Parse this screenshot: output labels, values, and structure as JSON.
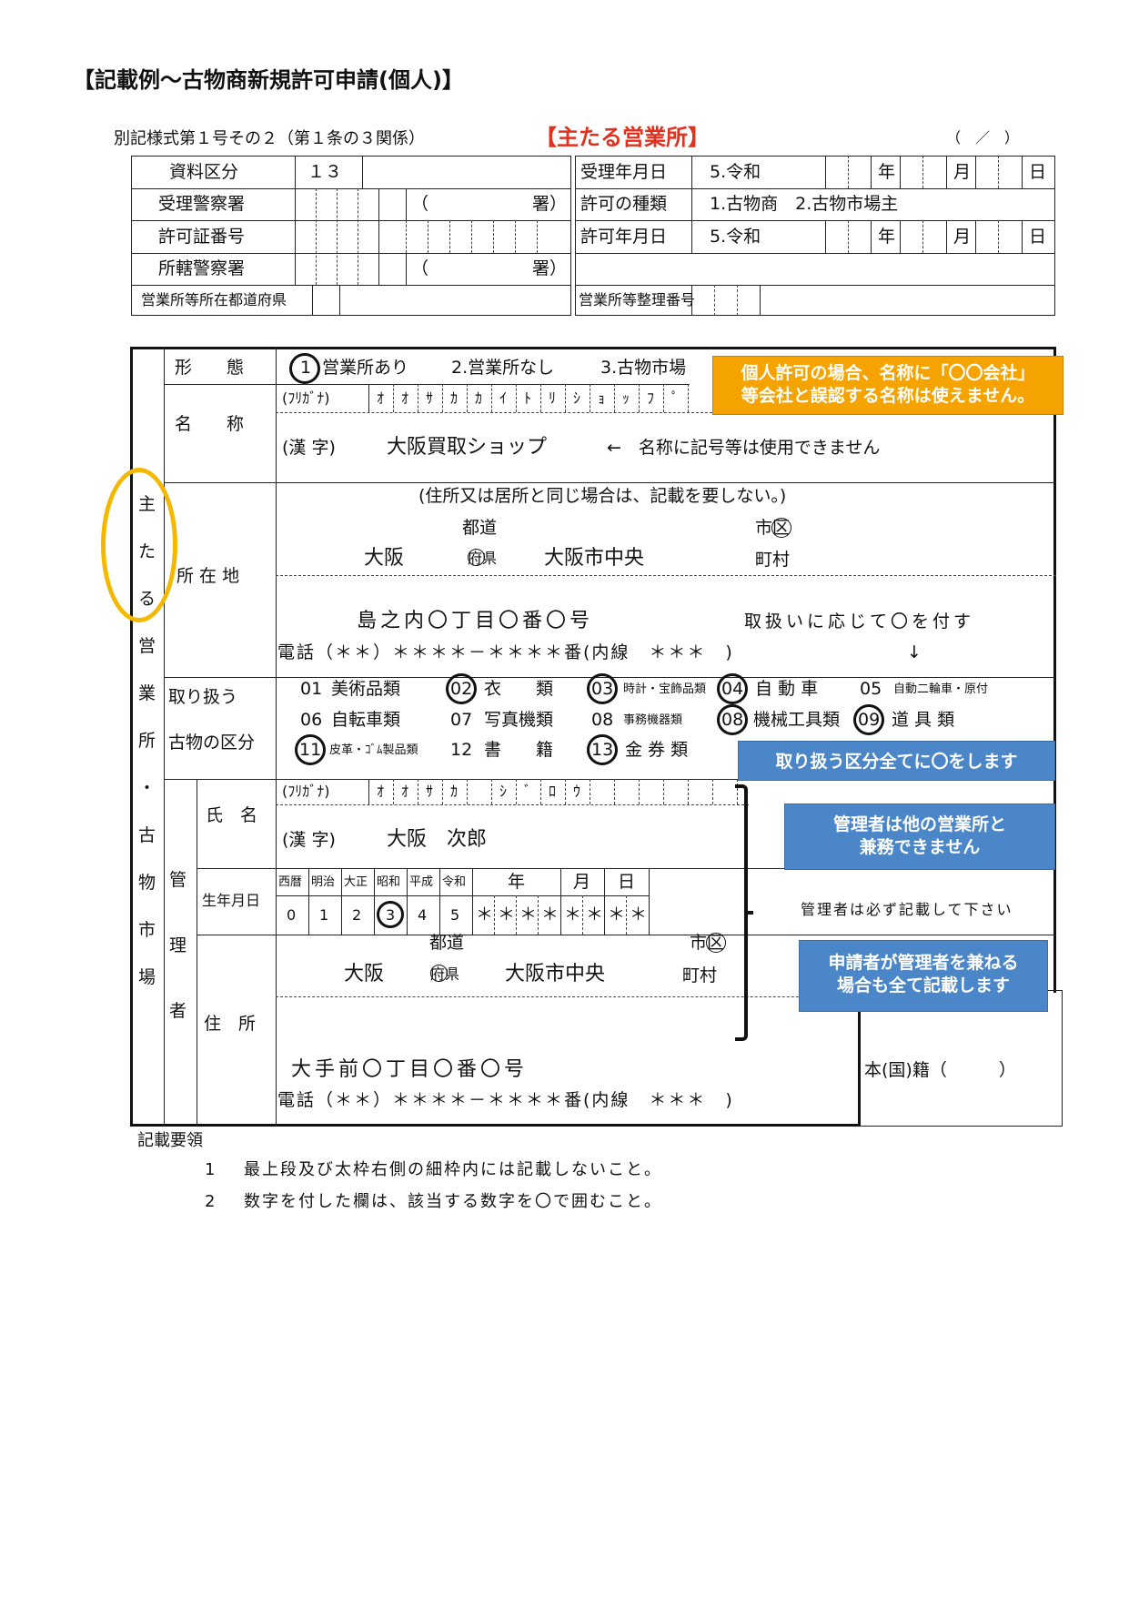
{
  "title": "【記載例～古物商新規許可申請(個人)】",
  "form_caption": "別記様式第１号その２（第１条の３関係）",
  "section_title": "【主たる営業所】",
  "page_marker": "（　／　）",
  "header": {
    "shiryo_kubun": "資料区分",
    "shiryo_value": "１３",
    "juri_keisatsusho": "受理警察署",
    "kyoka_bango": "許可証番号",
    "kankatsu_keisatsusho": "所轄警察署",
    "sho_paren": "（　　　　　　署）",
    "todofuken": "営業所等所在都道府県",
    "juri_nengappi": "受理年月日",
    "reiwa": "5.令和",
    "nen": "年",
    "tsuki": "月",
    "hi": "日",
    "kyoka_shurui": "許可の種類",
    "shurui_value": "1.古物商　2.古物市場主",
    "kyoka_nengappi": "許可年月日",
    "seiri_bango": "営業所等整理番号"
  },
  "side_label": [
    "主",
    "た",
    "る",
    "営",
    "業",
    "所",
    "・",
    "古",
    "物",
    "市",
    "場"
  ],
  "keitai": {
    "label": "形　　態",
    "opt1_num": "1",
    "opt1": "営業所あり",
    "opt2": "2.営業所なし",
    "opt3": "3.古物市場"
  },
  "meisho": {
    "label": "名　　称",
    "furigana_label": "(ﾌﾘｶﾞﾅ)",
    "furigana": [
      "ｵ",
      "ｵ",
      "ｻ",
      "ｶ",
      "ｶ",
      "ｲ",
      "ﾄ",
      "ﾘ",
      "ｼ",
      "ｮ",
      "ｯ",
      "ﾌ",
      "ﾟ"
    ],
    "kanji_label": "(漢 字)",
    "kanji": "大阪買取ショップ",
    "note": "←　名称に記号等は使用できません"
  },
  "shozaichi": {
    "label": "所 在 地",
    "note": "(住所又は居所と同じ場合は、記載を要しない。)",
    "todo": "都道",
    "fuken": "府県",
    "shiku": "市区",
    "chouson": "町村",
    "pref": "大阪",
    "city": "大阪市中央",
    "address": "島之内〇丁目〇番〇号",
    "address_note": "取扱いに応じて〇を付す",
    "tel": "電話（＊＊）＊＊＊＊－＊＊＊＊番(内線　＊＊＊　)",
    "arrow": "↓"
  },
  "kubun": {
    "label1": "取り扱う",
    "label2": "古物の区分",
    "items": [
      {
        "num": "01",
        "name": "美術品類"
      },
      {
        "num": "02",
        "name": "衣　　類"
      },
      {
        "num": "03",
        "name": "時計・宝飾品類"
      },
      {
        "num": "04",
        "name": "自 動 車"
      },
      {
        "num": "05",
        "name": "自動二輪車・原付"
      },
      {
        "num": "06",
        "name": "自転車類"
      },
      {
        "num": "07",
        "name": "写真機類"
      },
      {
        "num": "08",
        "name": "事務機器類"
      },
      {
        "num": "08",
        "name": "機械工具類"
      },
      {
        "num": "09",
        "name": "道 具 類"
      },
      {
        "num": "11",
        "name": "皮革・ｺﾞﾑ製品類"
      },
      {
        "num": "12",
        "name": "書　　籍"
      },
      {
        "num": "13",
        "name": "金 券 類"
      }
    ]
  },
  "kanrisha": {
    "label": [
      "管",
      "理",
      "者"
    ],
    "shimei_label": "氏　名",
    "furigana_label": "(ﾌﾘｶﾞﾅ)",
    "furigana": [
      "ｵ",
      "ｵ",
      "ｻ",
      "ｶ",
      "",
      "ｼ",
      "ﾞ",
      "ﾛ",
      "ｳ"
    ],
    "kanji_label": "(漢 字)",
    "kanji": "大阪　次郎",
    "birth_label": "生年月日",
    "eras": [
      "西暦",
      "明治",
      "大正",
      "昭和",
      "平成",
      "令和"
    ],
    "era_nums": [
      "0",
      "1",
      "2",
      "3",
      "4",
      "5"
    ],
    "nen": "年",
    "tsuki": "月",
    "hi": "日",
    "birth_digits": [
      "＊",
      "＊",
      "＊",
      "＊",
      "＊",
      "＊",
      "＊",
      "＊"
    ],
    "must_note": "管理者は必ず記載して下さい",
    "jusho_label": "住　所",
    "todo": "都道",
    "fuken": "府県",
    "shiku": "市区",
    "chouson": "町村",
    "pref": "大阪",
    "city": "大阪市中央",
    "address": "大手前〇丁目〇番〇号",
    "tel": "電話（＊＊）＊＊＊＊－＊＊＊＊番(内線　＊＊＊　)",
    "honseki": "本(国)籍（　　　）"
  },
  "callouts": {
    "name_warning": "個人許可の場合、名称に「〇〇会社」\n等会社と誤認する名称は使えません。",
    "circle_all": "取り扱う区分全てに〇をします",
    "no_dual": "管理者は他の営業所と\n兼務できません",
    "applicant_dual": "申請者が管理者を兼ねる\n場合も全て記載します"
  },
  "instructions": {
    "label": "記載要領",
    "items": [
      {
        "num": "1",
        "text": "最上段及び太枠右側の細枠内には記載しないこと。"
      },
      {
        "num": "2",
        "text": "数字を付した欄は、該当する数字を〇で囲むこと。"
      }
    ]
  },
  "colors": {
    "accent_red": "#e0301e",
    "callout_blue": "#4a86c8",
    "callout_orange": "#f5a300",
    "highlight_ring": "#f5b800"
  }
}
